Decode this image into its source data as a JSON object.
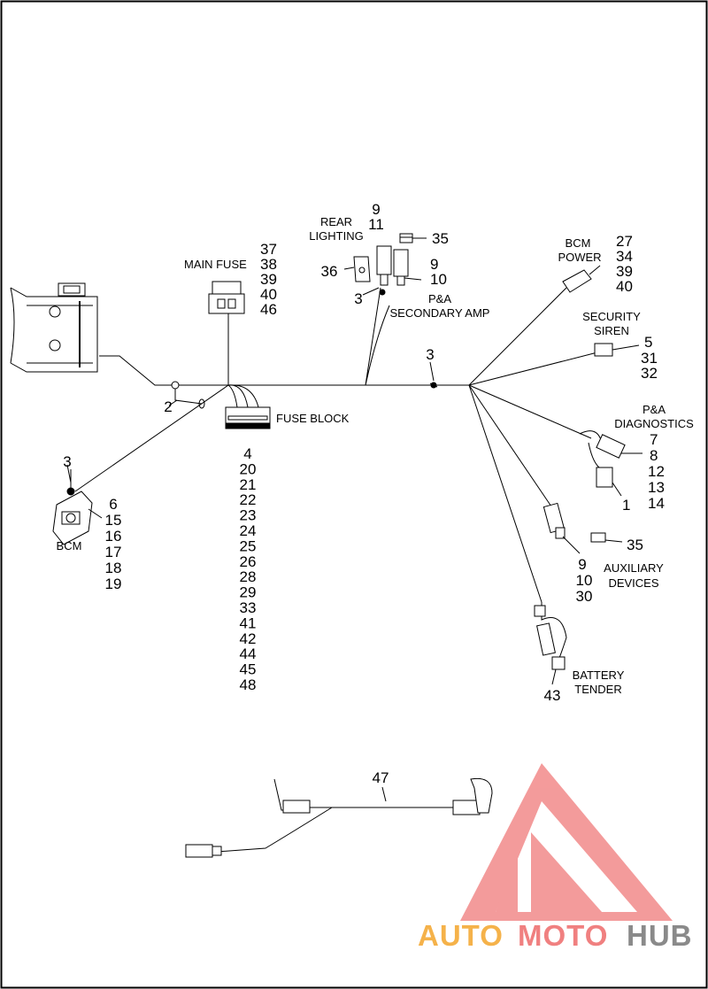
{
  "callouts": {
    "rear_lighting": {
      "label": [
        "REAR",
        "LIGHTING"
      ],
      "numbers": [
        "9",
        "11"
      ]
    },
    "plug_top": {
      "number": "35"
    },
    "terminal_36": {
      "number": "36"
    },
    "secondary_amp": {
      "label": [
        "P&A",
        "SECONDARY AMP"
      ],
      "numbers": [
        "9",
        "10"
      ],
      "ground": "3"
    },
    "main_fuse": {
      "label": "MAIN FUSE",
      "numbers": [
        "37",
        "38",
        "39",
        "40",
        "46"
      ]
    },
    "bcm_power": {
      "label": [
        "BCM",
        "POWER"
      ],
      "numbers": [
        "27",
        "34",
        "39",
        "40"
      ]
    },
    "security_siren": {
      "label": [
        "SECURITY",
        "SIREN"
      ],
      "numbers": [
        "5",
        "31",
        "32"
      ]
    },
    "trunk_ground": {
      "number": "3"
    },
    "left_ground": {
      "number": "2"
    },
    "fuse_block": {
      "label": "FUSE BLOCK",
      "numbers": [
        "4",
        "20",
        "21",
        "22",
        "23",
        "24",
        "25",
        "26",
        "28",
        "29",
        "33",
        "41",
        "42",
        "44",
        "45",
        "48"
      ]
    },
    "pa_diagnostics": {
      "label": [
        "P&A",
        "DIAGNOSTICS"
      ],
      "numbers": [
        "7",
        "8",
        "12",
        "13",
        "14"
      ],
      "cap": "1"
    },
    "bcm": {
      "label": "BCM",
      "numbers": [
        "6",
        "15",
        "16",
        "17",
        "18",
        "19"
      ],
      "ground": "3"
    },
    "plug_aux": {
      "number": "35"
    },
    "auxiliary_devices": {
      "label": [
        "AUXILIARY",
        "DEVICES"
      ],
      "numbers": [
        "9",
        "10",
        "30"
      ]
    },
    "battery_tender": {
      "label": [
        "BATTERY",
        "TENDER"
      ],
      "number": "43"
    },
    "harness_47": {
      "number": "47"
    }
  },
  "watermark": {
    "word_a": "AUTO",
    "word_b": "MOTO",
    "word_c": "HUB",
    "color_a": "#f5b24a",
    "color_b": "#f08080",
    "color_c": "#8a8a8a",
    "logo_color": "#f28a8a"
  }
}
